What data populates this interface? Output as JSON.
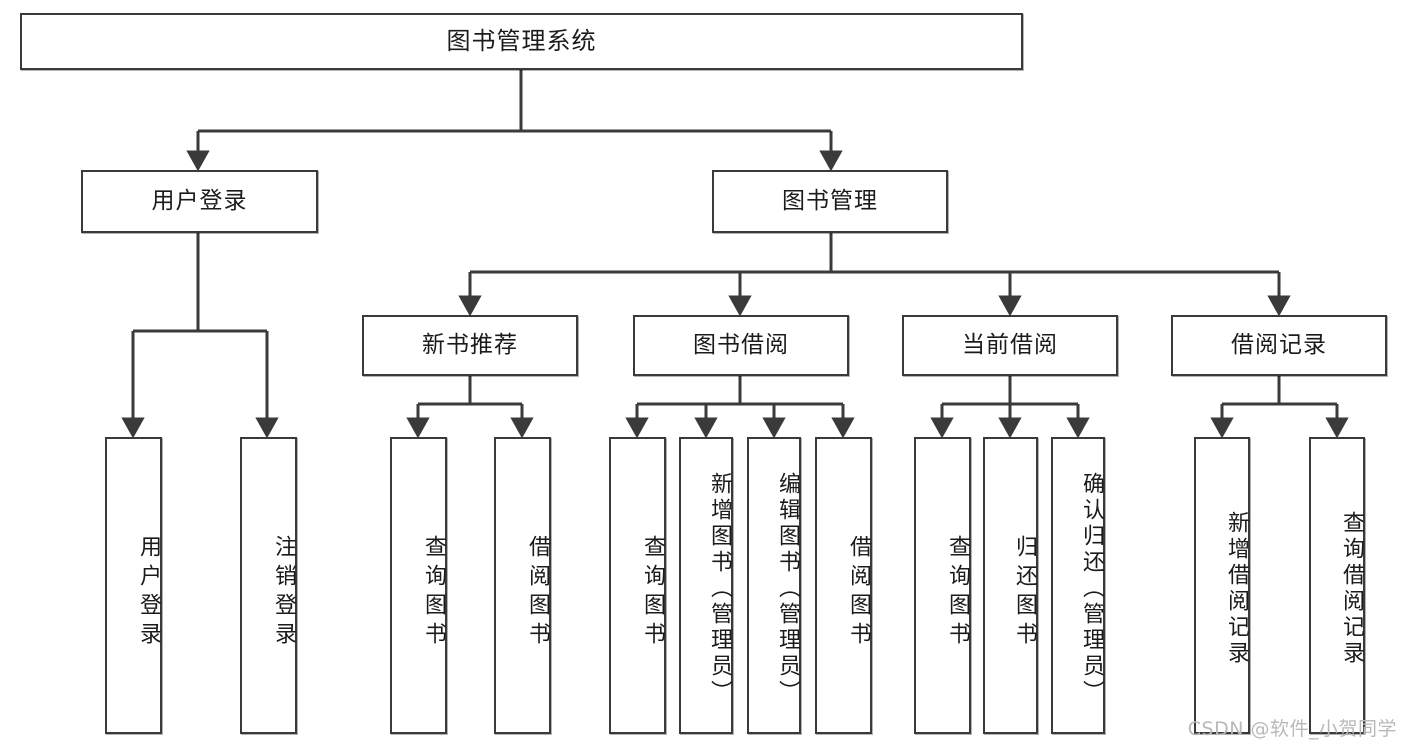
{
  "diagram": {
    "title": "图书管理系统",
    "type": "hierarchy-tree",
    "watermark": "CSDN @软件_小贺同学",
    "colors": {
      "node_border": "#3a3a3a",
      "node_fill": "#ffffff",
      "edge": "#3a3a3a",
      "text": "#1b1b1b",
      "watermark": "#b9b9b9"
    },
    "nodes": {
      "root": {
        "label": "图书管理系统"
      },
      "level2": [
        {
          "id": "user_login",
          "label": "用户登录"
        },
        {
          "id": "book_manage",
          "label": "图书管理"
        }
      ],
      "level3": [
        {
          "id": "new_book_rec",
          "label": "新书推荐"
        },
        {
          "id": "book_borrow",
          "label": "图书借阅"
        },
        {
          "id": "current_borrow",
          "label": "当前借阅"
        },
        {
          "id": "borrow_record",
          "label": "借阅记录"
        }
      ],
      "leaves": {
        "user_login": [
          {
            "id": "leaf_user_login",
            "label": "用户登录"
          },
          {
            "id": "leaf_logout",
            "label": "注销登录"
          }
        ],
        "new_book_rec": [
          {
            "id": "leaf_query_book_1",
            "label": "查询图书"
          },
          {
            "id": "leaf_borrow_book_1",
            "label": "借阅图书"
          }
        ],
        "book_borrow": [
          {
            "id": "leaf_query_book_2",
            "label": "查询图书"
          },
          {
            "id": "leaf_add_book",
            "label": "新增图书（管理员）"
          },
          {
            "id": "leaf_edit_book",
            "label": "编辑图书（管理员）"
          },
          {
            "id": "leaf_borrow_book_2",
            "label": "借阅图书"
          }
        ],
        "current_borrow": [
          {
            "id": "leaf_query_book_3",
            "label": "查询图书"
          },
          {
            "id": "leaf_return_book",
            "label": "归还图书"
          },
          {
            "id": "leaf_confirm_return",
            "label": "确认归还（管理员）"
          }
        ],
        "borrow_record": [
          {
            "id": "leaf_add_record",
            "label": "新增借阅记录"
          },
          {
            "id": "leaf_query_record",
            "label": "查询借阅记录"
          }
        ]
      }
    }
  }
}
